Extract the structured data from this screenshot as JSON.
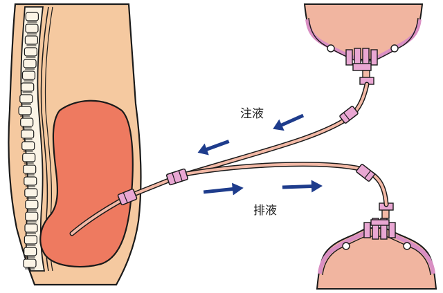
{
  "labels": {
    "infusion": "注液",
    "drainage": "排液"
  },
  "colors": {
    "skin": "#f5c9a0",
    "outline": "#1a1a1a",
    "organ": "#ee7a60",
    "bone": "#fbf4e6",
    "bag": "#f1b5a0",
    "bag_rim": "#d98fc3",
    "tube": "#f3b9a6",
    "connector": "#e9a7d3",
    "arrow": "#1e3c8c",
    "background": "#ffffff"
  },
  "icons": {
    "infusion_arrows": "arrow-left-down",
    "drainage_arrows": "arrow-right"
  }
}
